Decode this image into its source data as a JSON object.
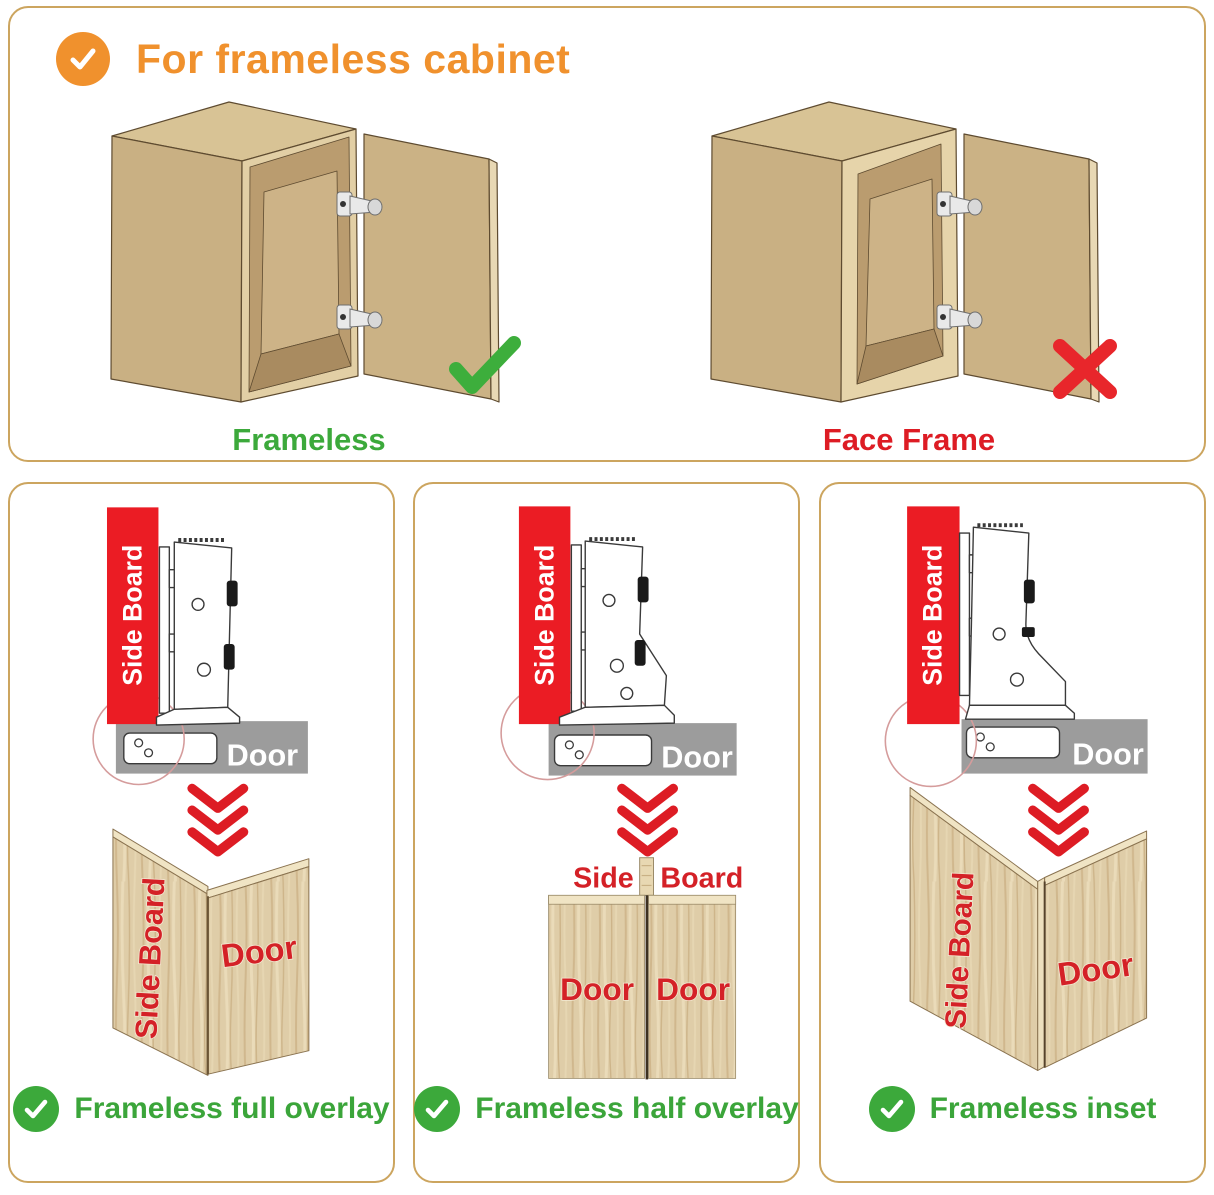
{
  "header": {
    "title": "For frameless cabinet",
    "badge_icon": "check"
  },
  "top_section": {
    "left_label": "Frameless",
    "left_result_icon": "check",
    "right_label": "Face Frame",
    "right_result_icon": "cross"
  },
  "panels": [
    {
      "side_board_label": "Side Board",
      "door_label": "Door",
      "arrow_icon": "triple-chevron-down",
      "wood": {
        "side_board": "Side Board",
        "door": "Door"
      },
      "caption": "Frameless full overlay",
      "caption_icon": "check"
    },
    {
      "side_board_label": "Side Board",
      "door_label": "Door",
      "arrow_icon": "triple-chevron-down",
      "wood": {
        "side": "Side",
        "board": "Board",
        "door_left": "Door",
        "door_right": "Door"
      },
      "caption": "Frameless half overlay",
      "caption_icon": "check"
    },
    {
      "side_board_label": "Side Board",
      "door_label": "Door",
      "arrow_icon": "triple-chevron-down",
      "wood": {
        "side_board": "Side Board",
        "door": "Door"
      },
      "caption": "Frameless inset",
      "caption_icon": "check"
    }
  ],
  "colors": {
    "orange": "#F0912D",
    "border_gold": "#CCA55F",
    "green_text": "#3BA53A",
    "green_badge": "#3CA93B",
    "red": "#DD1C24",
    "side_board_red": "#EB1C24",
    "door_gray": "#9C9C9C",
    "wood": "#DFCDA8"
  }
}
